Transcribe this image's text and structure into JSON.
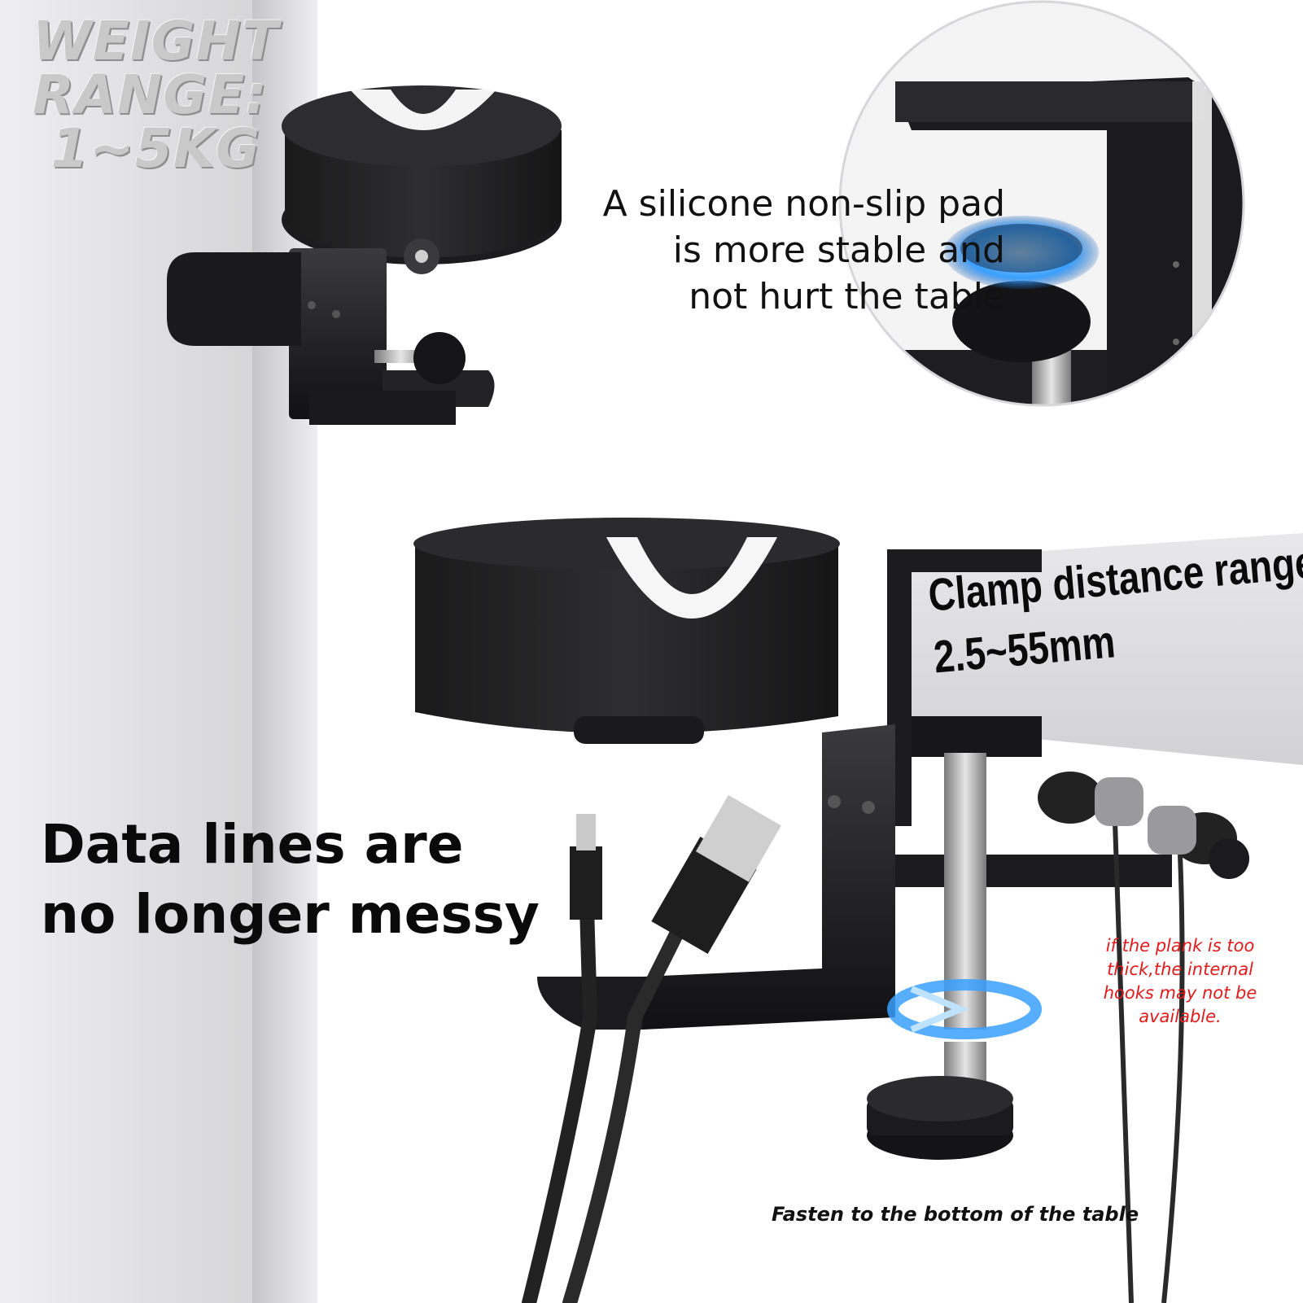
{
  "weight_badge": {
    "line1": "WEIGHT",
    "line2": "RANGE:",
    "line3": "1~5KG"
  },
  "silicone_callout": {
    "line1": "A silicone non-slip pad",
    "line2": "is more stable and",
    "line3": "not hurt the table"
  },
  "clamp_range": {
    "title": "Clamp distance range",
    "value": "2.5~55mm"
  },
  "data_lines": {
    "line1": "Data lines are",
    "line2": "no longer messy"
  },
  "plank_note": "if the plank is too thick,the internal hooks may not be available.",
  "fasten_caption": "Fasten to the bottom of the table",
  "colors": {
    "wall": "#d9d9dc",
    "metal": "#1c1c1e",
    "note_red": "#e01b1b",
    "highlight_blue": "#3aa0ff"
  }
}
